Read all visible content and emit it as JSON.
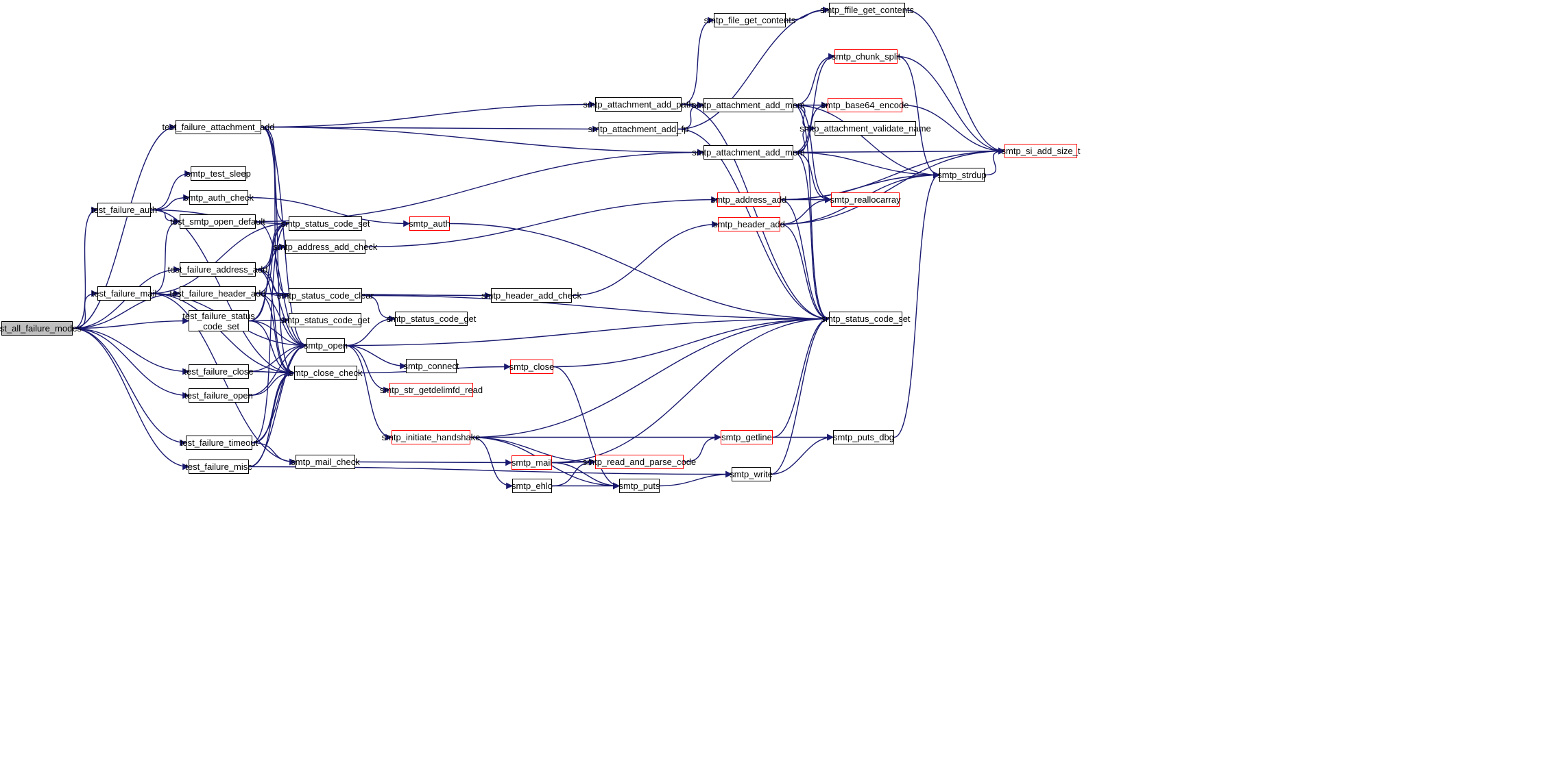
{
  "colors": {
    "edge": "#191970",
    "node_border": "#000000",
    "incomplete_border": "#ff0000",
    "root_fill": "#bfbfbf"
  },
  "nodes": {
    "n_all": "test_all_failure_modes",
    "n_tatt": "test_failure_attachment_add",
    "n_tauth": "test_failure_auth",
    "n_tmail": "test_failure_mail",
    "n_taddr": "test_failure_address_add",
    "n_thdr": "test_failure_header_add",
    "n_tstat": "test_failure_status\n_code_set",
    "n_tclose": "test_failure_close",
    "n_topen": "test_failure_open",
    "n_ttime": "test_failure_timeout",
    "n_tmisc": "test_failure_misc",
    "n_sleep": "smtp_test_sleep",
    "n_authchk": "smtp_auth_check",
    "n_tsod": "test_smtp_open_default",
    "n_scs1": "smtp_status_code_set",
    "n_aac": "smtp_address_add_check",
    "n_scc": "smtp_status_code_clear",
    "n_scg1": "smtp_status_code_get",
    "n_open": "smtp_open",
    "n_cchk": "smtp_close_check",
    "n_mchk": "smtp_mail_check",
    "n_scg2": "smtp_status_code_get",
    "n_conn": "smtp_connect",
    "n_sgr": "smtp_str_getdelimfd_read",
    "n_auth": "smtp_auth",
    "n_hac": "smtp_header_add_check",
    "n_close": "smtp_close",
    "n_ihs": "smtp_initiate_handshake",
    "n_mail": "smtp_mail",
    "n_ehlo": "smtp_ehlo",
    "n_aap": "smtp_attachment_add_path",
    "n_aafp": "smtp_attachment_add_fp",
    "n_fgc": "smtp_file_get_contents",
    "n_ffgc": "smtp_ffile_get_contents",
    "n_aam1": "smtp_attachment_add_mem",
    "n_aam2": "smtp_attachment_add_mem",
    "n_addr": "smtp_address_add",
    "n_hdr": "smtp_header_add",
    "n_chunk": "smtp_chunk_split",
    "n_b64": "smtp_base64_encode",
    "n_avn": "smtp_attachment_validate_name",
    "n_realloc": "smtp_reallocarray",
    "n_strdup": "smtp_strdup",
    "n_siadd": "smtp_si_add_size_t",
    "n_scs2": "smtp_status_code_set",
    "n_getline": "smtp_getline",
    "n_rapc": "smtp_read_and_parse_code",
    "n_puts": "smtp_puts",
    "n_write": "smtp_write",
    "n_pdbg": "smtp_puts_dbg"
  },
  "node_style": {
    "n_all": "root",
    "n_auth": "incomplete",
    "n_close": "incomplete",
    "n_ihs": "incomplete",
    "n_mail": "incomplete",
    "n_sgr": "incomplete",
    "n_addr": "incomplete",
    "n_hdr": "incomplete",
    "n_chunk": "incomplete",
    "n_b64": "incomplete",
    "n_realloc": "incomplete",
    "n_siadd": "incomplete",
    "n_getline": "incomplete",
    "n_rapc": "incomplete"
  },
  "edges": [
    [
      "n_all",
      "n_tatt"
    ],
    [
      "n_all",
      "n_tauth"
    ],
    [
      "n_all",
      "n_tmail"
    ],
    [
      "n_all",
      "n_taddr"
    ],
    [
      "n_all",
      "n_thdr"
    ],
    [
      "n_all",
      "n_tstat"
    ],
    [
      "n_all",
      "n_tclose"
    ],
    [
      "n_all",
      "n_topen"
    ],
    [
      "n_all",
      "n_ttime"
    ],
    [
      "n_all",
      "n_tmisc"
    ],
    [
      "n_tatt",
      "n_aap"
    ],
    [
      "n_tatt",
      "n_aafp"
    ],
    [
      "n_tatt",
      "n_aam2"
    ],
    [
      "n_tatt",
      "n_scs1"
    ],
    [
      "n_tatt",
      "n_scc"
    ],
    [
      "n_tatt",
      "n_open"
    ],
    [
      "n_tatt",
      "n_cchk"
    ],
    [
      "n_tauth",
      "n_sleep"
    ],
    [
      "n_tauth",
      "n_authchk"
    ],
    [
      "n_tauth",
      "n_tsod"
    ],
    [
      "n_tauth",
      "n_scs1"
    ],
    [
      "n_tauth",
      "n_cchk"
    ],
    [
      "n_tmail",
      "n_tsod"
    ],
    [
      "n_tmail",
      "n_scs1"
    ],
    [
      "n_tmail",
      "n_mchk"
    ],
    [
      "n_tmail",
      "n_cchk"
    ],
    [
      "n_tmail",
      "n_open"
    ],
    [
      "n_taddr",
      "n_aac"
    ],
    [
      "n_taddr",
      "n_scs1"
    ],
    [
      "n_taddr",
      "n_scc"
    ],
    [
      "n_taddr",
      "n_open"
    ],
    [
      "n_taddr",
      "n_cchk"
    ],
    [
      "n_thdr",
      "n_hac"
    ],
    [
      "n_thdr",
      "n_scs1"
    ],
    [
      "n_thdr",
      "n_scc"
    ],
    [
      "n_thdr",
      "n_open"
    ],
    [
      "n_thdr",
      "n_cchk"
    ],
    [
      "n_tstat",
      "n_scs1"
    ],
    [
      "n_tstat",
      "n_scg1"
    ],
    [
      "n_tstat",
      "n_aac"
    ],
    [
      "n_tstat",
      "n_open"
    ],
    [
      "n_tstat",
      "n_cchk"
    ],
    [
      "n_tclose",
      "n_open"
    ],
    [
      "n_tclose",
      "n_cchk"
    ],
    [
      "n_topen",
      "n_open"
    ],
    [
      "n_topen",
      "n_cchk"
    ],
    [
      "n_ttime",
      "n_open"
    ],
    [
      "n_ttime",
      "n_scs1"
    ],
    [
      "n_ttime",
      "n_mchk"
    ],
    [
      "n_ttime",
      "n_cchk"
    ],
    [
      "n_tmisc",
      "n_open"
    ],
    [
      "n_tmisc",
      "n_cchk"
    ],
    [
      "n_tmisc",
      "n_write"
    ],
    [
      "n_authchk",
      "n_auth"
    ],
    [
      "n_tsod",
      "n_open"
    ],
    [
      "n_tsod",
      "n_aam2"
    ],
    [
      "n_aac",
      "n_addr"
    ],
    [
      "n_scc",
      "n_scg2"
    ],
    [
      "n_scc",
      "n_scs2"
    ],
    [
      "n_open",
      "n_scg2"
    ],
    [
      "n_open",
      "n_conn"
    ],
    [
      "n_open",
      "n_sgr"
    ],
    [
      "n_open",
      "n_ihs"
    ],
    [
      "n_open",
      "n_scs2"
    ],
    [
      "n_cchk",
      "n_close"
    ],
    [
      "n_mchk",
      "n_mail"
    ],
    [
      "n_auth",
      "n_scs2"
    ],
    [
      "n_hac",
      "n_hdr"
    ],
    [
      "n_close",
      "n_scs2"
    ],
    [
      "n_close",
      "n_puts"
    ],
    [
      "n_ihs",
      "n_getline"
    ],
    [
      "n_ihs",
      "n_rapc"
    ],
    [
      "n_ihs",
      "n_ehlo"
    ],
    [
      "n_ihs",
      "n_puts"
    ],
    [
      "n_ihs",
      "n_scs2"
    ],
    [
      "n_mail",
      "n_rapc"
    ],
    [
      "n_mail",
      "n_puts"
    ],
    [
      "n_mail",
      "n_scs2"
    ],
    [
      "n_ehlo",
      "n_rapc"
    ],
    [
      "n_ehlo",
      "n_puts"
    ],
    [
      "n_aap",
      "n_fgc"
    ],
    [
      "n_aap",
      "n_aam1"
    ],
    [
      "n_aap",
      "n_scs2"
    ],
    [
      "n_aafp",
      "n_ffgc"
    ],
    [
      "n_aafp",
      "n_aam1"
    ],
    [
      "n_aafp",
      "n_scs2"
    ],
    [
      "n_fgc",
      "n_ffgc"
    ],
    [
      "n_ffgc",
      "n_siadd"
    ],
    [
      "n_aam1",
      "n_chunk"
    ],
    [
      "n_aam1",
      "n_b64"
    ],
    [
      "n_aam1",
      "n_avn"
    ],
    [
      "n_aam1",
      "n_realloc"
    ],
    [
      "n_aam1",
      "n_strdup"
    ],
    [
      "n_aam1",
      "n_scs2"
    ],
    [
      "n_aam2",
      "n_chunk"
    ],
    [
      "n_aam2",
      "n_b64"
    ],
    [
      "n_aam2",
      "n_avn"
    ],
    [
      "n_aam2",
      "n_realloc"
    ],
    [
      "n_aam2",
      "n_strdup"
    ],
    [
      "n_aam2",
      "n_siadd"
    ],
    [
      "n_aam2",
      "n_scs2"
    ],
    [
      "n_addr",
      "n_realloc"
    ],
    [
      "n_addr",
      "n_strdup"
    ],
    [
      "n_addr",
      "n_siadd"
    ],
    [
      "n_addr",
      "n_scs2"
    ],
    [
      "n_hdr",
      "n_realloc"
    ],
    [
      "n_hdr",
      "n_strdup"
    ],
    [
      "n_hdr",
      "n_siadd"
    ],
    [
      "n_hdr",
      "n_scs2"
    ],
    [
      "n_chunk",
      "n_strdup"
    ],
    [
      "n_chunk",
      "n_siadd"
    ],
    [
      "n_b64",
      "n_siadd"
    ],
    [
      "n_strdup",
      "n_siadd"
    ],
    [
      "n_getline",
      "n_pdbg"
    ],
    [
      "n_getline",
      "n_scs2"
    ],
    [
      "n_rapc",
      "n_getline"
    ],
    [
      "n_puts",
      "n_write"
    ],
    [
      "n_write",
      "n_pdbg"
    ],
    [
      "n_write",
      "n_scs2"
    ],
    [
      "n_pdbg",
      "n_strdup"
    ]
  ]
}
